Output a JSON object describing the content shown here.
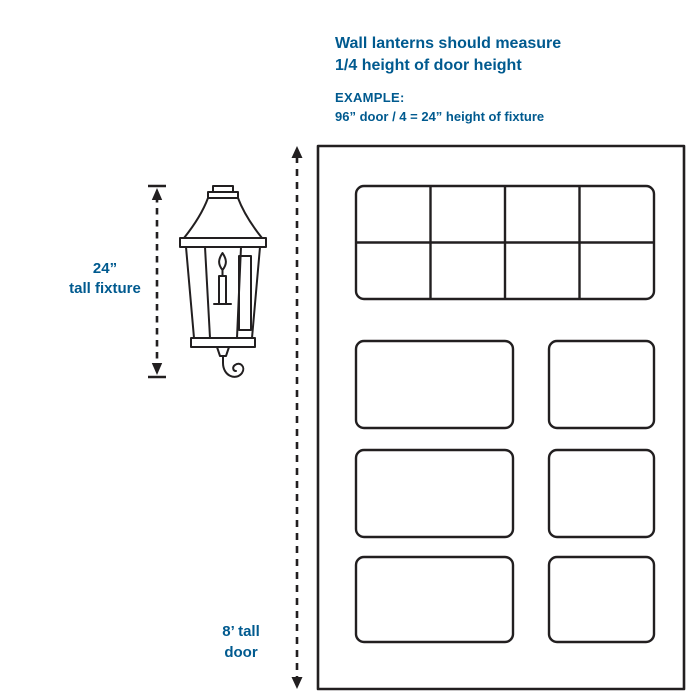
{
  "colors": {
    "accent_blue": "#005a8f",
    "line_black": "#221f20",
    "background": "#ffffff"
  },
  "heading": {
    "line1": "Wall lanterns should measure",
    "line2": "1/4 height of door height"
  },
  "example": {
    "label": "EXAMPLE:",
    "text": "96” door / 4 = 24” height of fixture"
  },
  "fixture_label": {
    "line1": "24”",
    "line2": "tall fixture"
  },
  "door_label": {
    "line1": "8’ tall",
    "line2": "door"
  },
  "diagram": {
    "rule": "Wall lantern height = 1/4 of door height",
    "door_height": "8 feet (96 inches)",
    "fixture_height": "24 inches",
    "door_window_grid": "4 columns x 2 rows",
    "door_panels": "2 columns x 3 rows"
  }
}
